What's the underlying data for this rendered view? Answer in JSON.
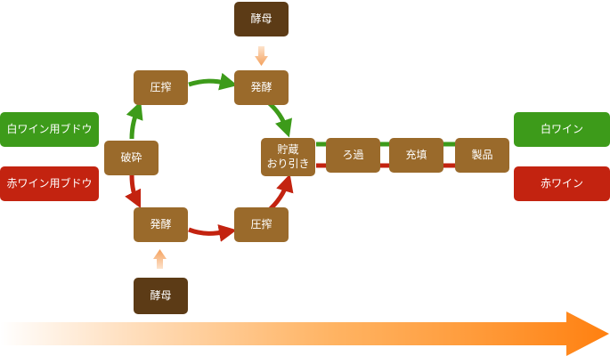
{
  "inputs": {
    "white_grape": "白ワイン用ブドウ",
    "red_grape": "赤ワイン用ブドウ"
  },
  "outputs": {
    "white_wine": "白ワイン",
    "red_wine": "赤ワイン"
  },
  "steps": {
    "yeast_top": "酵母",
    "press_top": "圧搾",
    "ferment_top": "発酵",
    "crush": "破砕",
    "ferment_bottom": "発酵",
    "press_bottom": "圧搾",
    "yeast_bottom": "酵母",
    "storage": "貯蔵\nおり引き",
    "filter": "ろ過",
    "fill": "充填",
    "product": "製品"
  },
  "colors": {
    "step": "#9a6a2b",
    "yeast": "#5c3b16",
    "white_route": "#3d9b1a",
    "red_route": "#c32310",
    "yeast_arrow": "#f4b27a",
    "timeline_arrow": "#ff8a14"
  }
}
